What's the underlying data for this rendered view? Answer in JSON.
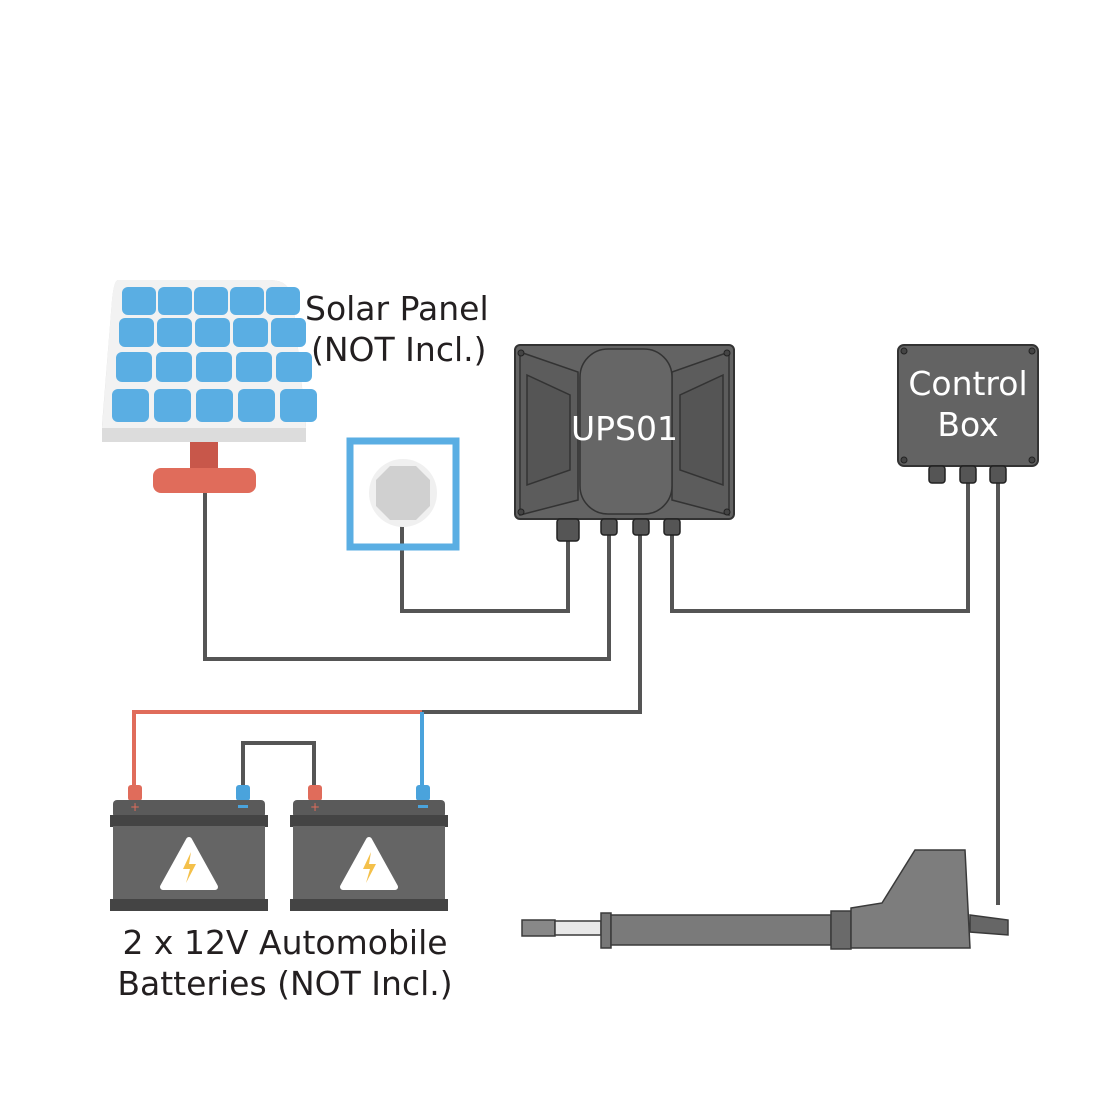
{
  "labels": {
    "solar_panel": [
      "Solar Panel",
      "(NOT Incl.)"
    ],
    "ups": "UPS01",
    "control_box": [
      "Control",
      "Box"
    ],
    "batteries": [
      "2 x 12V Automobile",
      "Batteries (NOT Incl.)"
    ]
  },
  "colors": {
    "wire": "#555555",
    "positive": "#e06c5b",
    "negative": "#4aa3dc",
    "device_body": "#636363",
    "solar_cell": "#5aaee3",
    "outlet_frame": "#5aaee3",
    "warning": "#f4c04a"
  },
  "icons": [
    "solar-panel-icon",
    "wall-outlet-icon",
    "ups-box-icon",
    "control-box-icon",
    "battery-icon",
    "linear-actuator-icon",
    "lightning-warning-icon"
  ]
}
